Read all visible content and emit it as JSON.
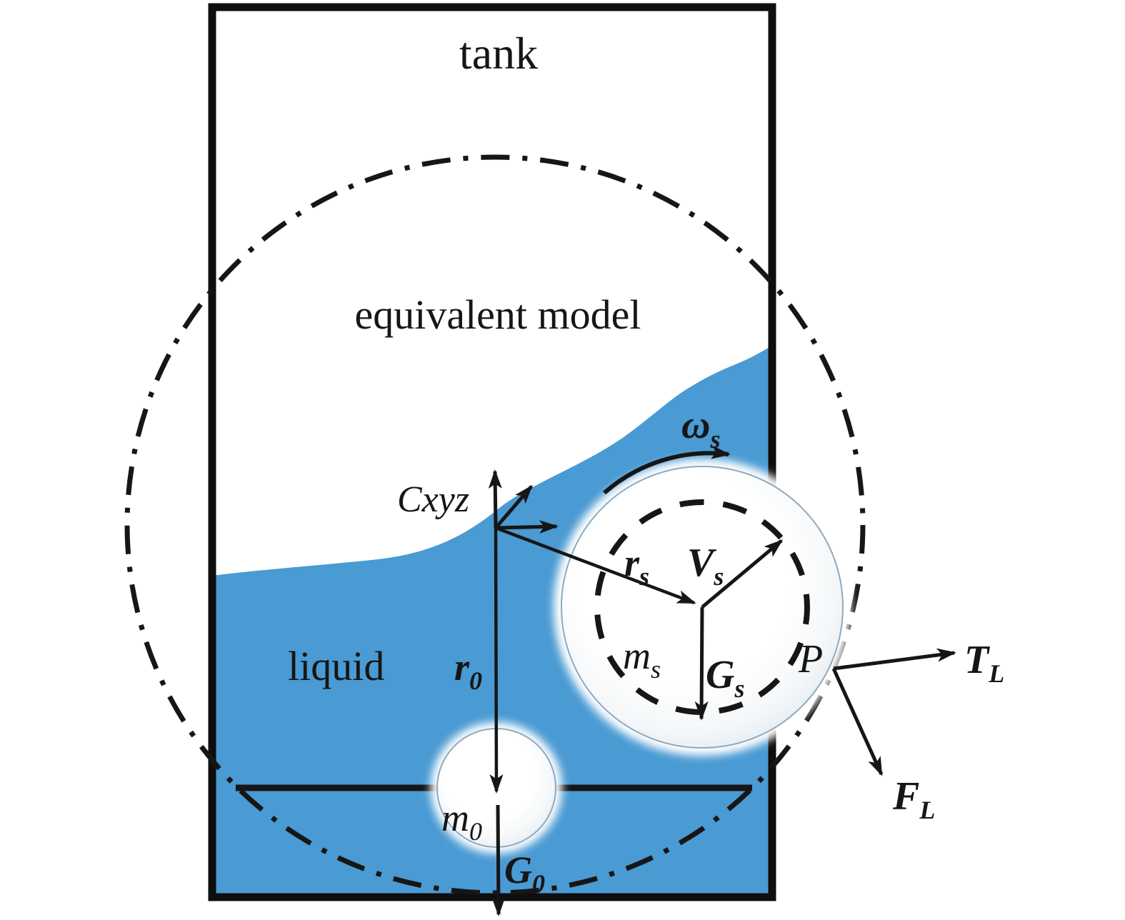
{
  "diagram": {
    "tank_label": "tank",
    "model_label": "equivalent model",
    "liquid_label": "liquid",
    "frame_label": "Cxyz",
    "point_label": "P",
    "symbols": {
      "omega_s": {
        "base": "ω",
        "sub": "s"
      },
      "r_s": {
        "base": "r",
        "sub": "s"
      },
      "V_s": {
        "base": "V",
        "sub": "s"
      },
      "m_s": {
        "base": "m",
        "sub": "s"
      },
      "G_s": {
        "base": "G",
        "sub": "s"
      },
      "T_L": {
        "base": "T",
        "sub": "L"
      },
      "F_L": {
        "base": "F",
        "sub": "L"
      },
      "r_0": {
        "base": "r",
        "sub": "0"
      },
      "m_0": {
        "base": "m",
        "sub": "0"
      },
      "G_0": {
        "base": "G",
        "sub": "0"
      }
    },
    "colors": {
      "liquid": "#4a9ad3",
      "ink": "#161616",
      "sphere_edge": "#8fa9bd"
    }
  }
}
